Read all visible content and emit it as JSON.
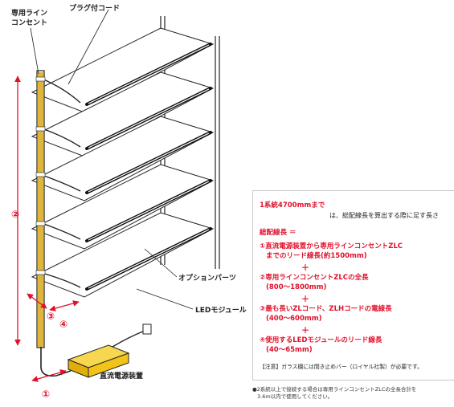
{
  "labels": {
    "outlet": [
      "専用ライン",
      "コンセント"
    ],
    "plug_cord": "プラグ付コード",
    "option_parts": "オプションパーツ",
    "led_module": "LEDモジュール",
    "power_supply": "直流電源装置"
  },
  "markers": {
    "m1": "①",
    "m2": "②",
    "m3": "③",
    "m4": "④"
  },
  "info": {
    "system": "1系統4700mmまで",
    "arrow_note": "は、総配線長を算出する際に足す長さ",
    "total_title": "総配線長 ＝",
    "item1": "①直流電源装置から専用ラインコンセントZLC",
    "item1b": "までのリード線長(約1500mm)",
    "item2": "②専用ラインコンセントZLCの全長",
    "item2b": "(800～1800mm)",
    "item3": "③最も長いZLコード、ZLHコードの電線長",
    "item3b": "(400～600mm)",
    "item4": "④使用するLEDモジュールのリード線長",
    "item4b": "(40～65mm)",
    "plus": "＋",
    "caution": "【注意】ガラス棚には間き止めバー（ロイヤル社製）が必要です。"
  },
  "footnote": {
    "line1": "●2系統以上で接続する場合は専用ラインコンセントZLCの全長合計を",
    "line2": "3.6m以内で使用してください。"
  },
  "colors": {
    "accent": "#e1102b",
    "power_supply": "#f2c318",
    "outlet": "#e0b63a"
  }
}
